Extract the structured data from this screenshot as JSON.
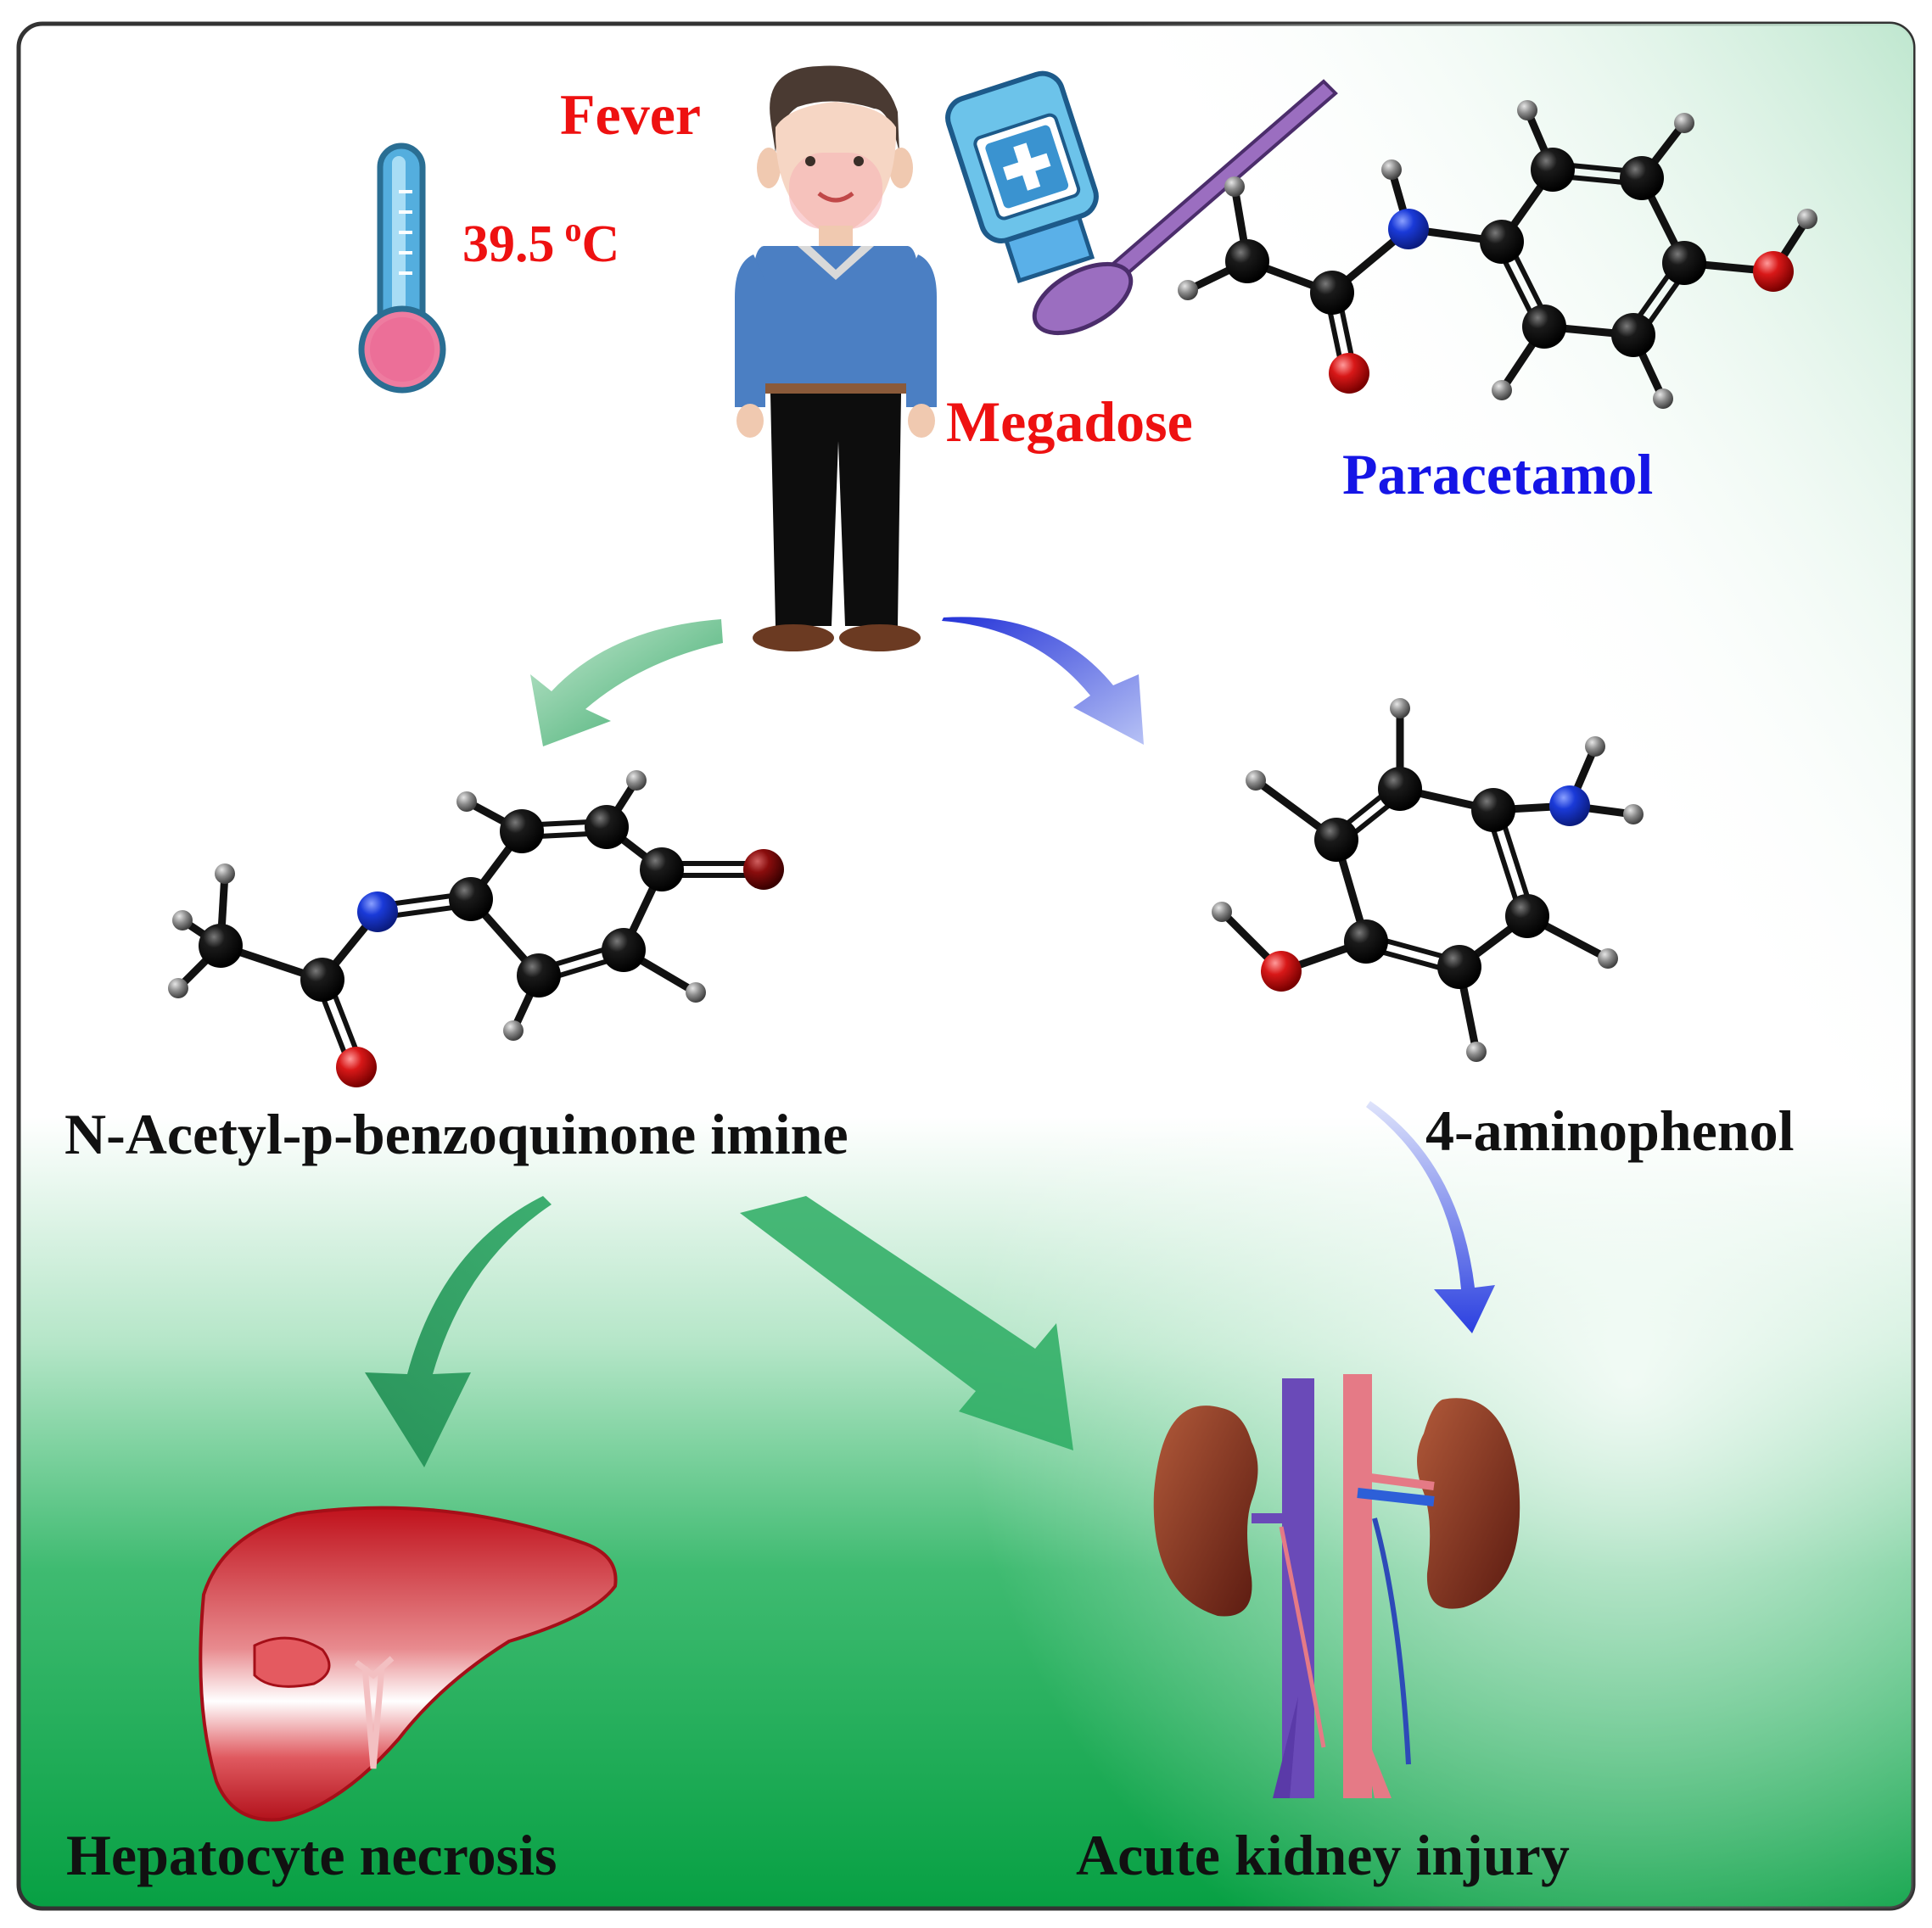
{
  "labels": {
    "fever": "Fever",
    "temperature_value": "39.5",
    "temperature_sup": "o",
    "temperature_unit": "C",
    "megadose": "Megadose",
    "drug_name": "Paracetamol",
    "metabolite_1": "N-Acetyl-p-benzoquinone imine",
    "metabolite_2": "4-aminophenol",
    "outcome_liver": "Hepatocyte necrosis",
    "outcome_kidney": "Acute kidney injury"
  },
  "colors": {
    "highlight_red": "#ee1111",
    "drug_blue": "#1515e6",
    "green_arrow": "#1f9e57",
    "blue_arrow": "#3b4de0",
    "background_green": "#0aa246",
    "liver_red": "#c8232c",
    "kidney_brown": "#7a2a1c",
    "carbon_black": "#111111",
    "nitrogen_blue": "#1a3ad8",
    "oxygen_red": "#d81818",
    "hydrogen_grey": "#8a8a8a"
  },
  "icons": [
    "thermometer-icon",
    "person-icon",
    "medicine-bottle-icon",
    "spoon-icon",
    "liver-icon",
    "kidney-icon"
  ]
}
